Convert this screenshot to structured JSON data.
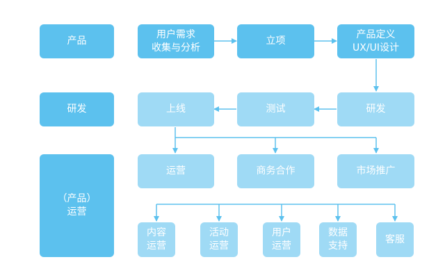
{
  "stages": {
    "product": "产品",
    "dev": "研发",
    "ops_line1": "（产品）",
    "ops_line2": "运营"
  },
  "flow": {
    "user_needs_line1": "用户需求",
    "user_needs_line2": "收集与分析",
    "project": "立项",
    "product_def_line1": "产品定义",
    "product_def_line2": "UX/UI设计",
    "dev": "研发",
    "test": "测试",
    "launch": "上线",
    "ops": "运营",
    "business": "商务合作",
    "marketing": "市场推广",
    "content_line1": "内容",
    "content_line2": "运营",
    "activity_line1": "活动",
    "activity_line2": "运营",
    "user_ops_line1": "用户",
    "user_ops_line2": "运营",
    "data_line1": "数据",
    "data_line2": "支持",
    "service": "客服"
  }
}
